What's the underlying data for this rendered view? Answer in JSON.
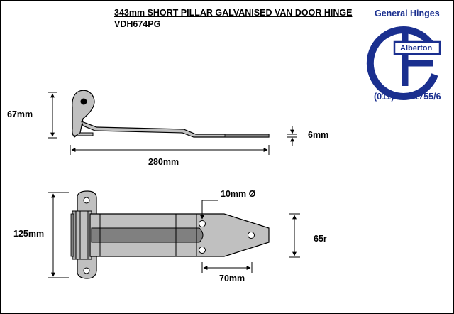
{
  "title": {
    "line1": "343mm SHORT PILLAR GALVANISED VAN DOOR HINGE",
    "line2": "VDH674PG"
  },
  "brand": {
    "name": "General Hinges",
    "city": "Alberton",
    "phone": "(011) 907 1755/6",
    "color": "#1a2f8f"
  },
  "dimensions": {
    "height_side": "67mm",
    "thickness": "6mm",
    "length": "280mm",
    "width": "125mm",
    "hole_diameter": "10mm Ø",
    "hole_spacing": "70mm",
    "strap_end": "65r"
  },
  "colors": {
    "metal": "#c0c0c0",
    "metal_dark": "#808080",
    "outline": "#000000"
  }
}
